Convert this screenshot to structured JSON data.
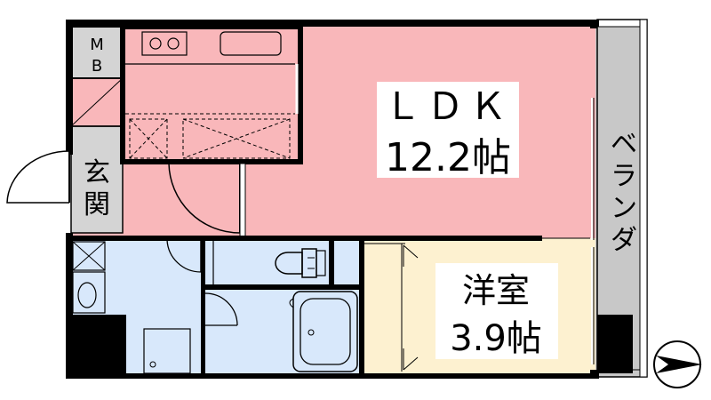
{
  "rooms": {
    "ldk": {
      "name": "ＬＤＫ",
      "size": "12.2帖"
    },
    "western": {
      "name": "洋室",
      "size": "3.9帖"
    }
  },
  "labels": {
    "entrance_1": "玄",
    "entrance_2": "関",
    "mb_1": "M",
    "mb_2": "B",
    "balcony": [
      "ベ",
      "ラ",
      "ン",
      "ダ"
    ]
  },
  "colors": {
    "ldk": "#f9b7ba",
    "entrance": "#d4d4d4",
    "wet_area": "#d8e8fb",
    "western": "#fdf1d0",
    "balcony": "#c8c8c8",
    "wall": "#000000"
  },
  "compass": {
    "icon": "north-arrow-icon",
    "direction": "east"
  }
}
